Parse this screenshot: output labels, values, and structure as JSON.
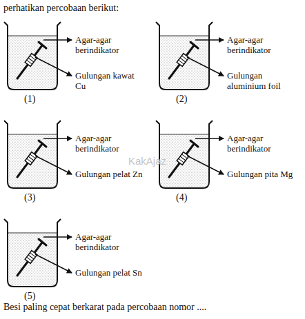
{
  "diagram": {
    "title": "perhatikan percobaan berikut:",
    "caption": "Besi paling cepat berkarat pada percobaan nomor ....",
    "labels": [
      "Agar-agar berindikator",
      "Gulungan kawat Cu",
      "(1)",
      "Agar-agar berindikator",
      "Gulungan aluminium foil",
      "(2)",
      "Agar-agar berindikator",
      "Gulungan pelat Zn",
      "(3)",
      "Agar-agar berindikator",
      "Gulungan pita Mg",
      "(4)",
      "Agar-agar berindikator",
      "Gulungan pelat Sn",
      "(5)",
      "KakAjaz"
    ]
  }
}
